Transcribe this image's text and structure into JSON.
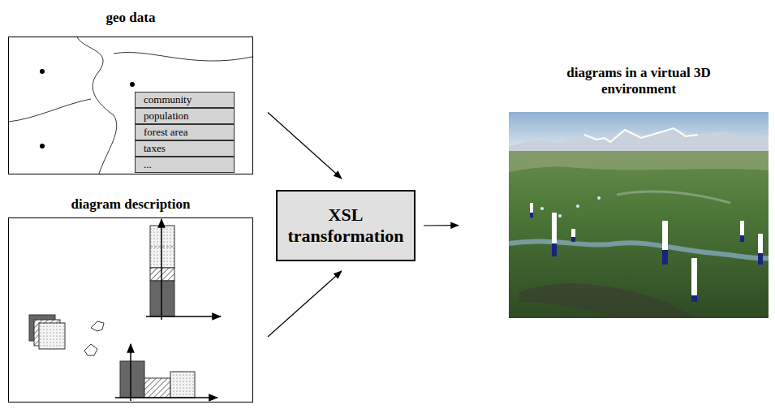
{
  "diagram": {
    "nodes": [
      {
        "text": [
          "geo data"
        ]
      },
      {
        "text": [
          "community"
        ],
        "in": 0
      },
      {
        "text": [
          "population"
        ],
        "in": 0
      },
      {
        "text": [
          "forest area"
        ],
        "in": 0
      },
      {
        "text": [
          "taxes"
        ],
        "in": 0
      },
      {
        "text": [
          "..."
        ],
        "in": 0
      },
      {
        "text": [
          "diagram description"
        ]
      },
      {
        "text": [
          "XSL transformation"
        ]
      },
      {
        "text": [
          "diagrams in a virtual 3D environment"
        ]
      }
    ],
    "edges": [
      {
        "from": 0,
        "to": 7,
        "arrow": "to"
      },
      {
        "from": 6,
        "to": 7,
        "arrow": "to"
      },
      {
        "from": 7,
        "to": 8,
        "arrow": "to"
      }
    ]
  }
}
